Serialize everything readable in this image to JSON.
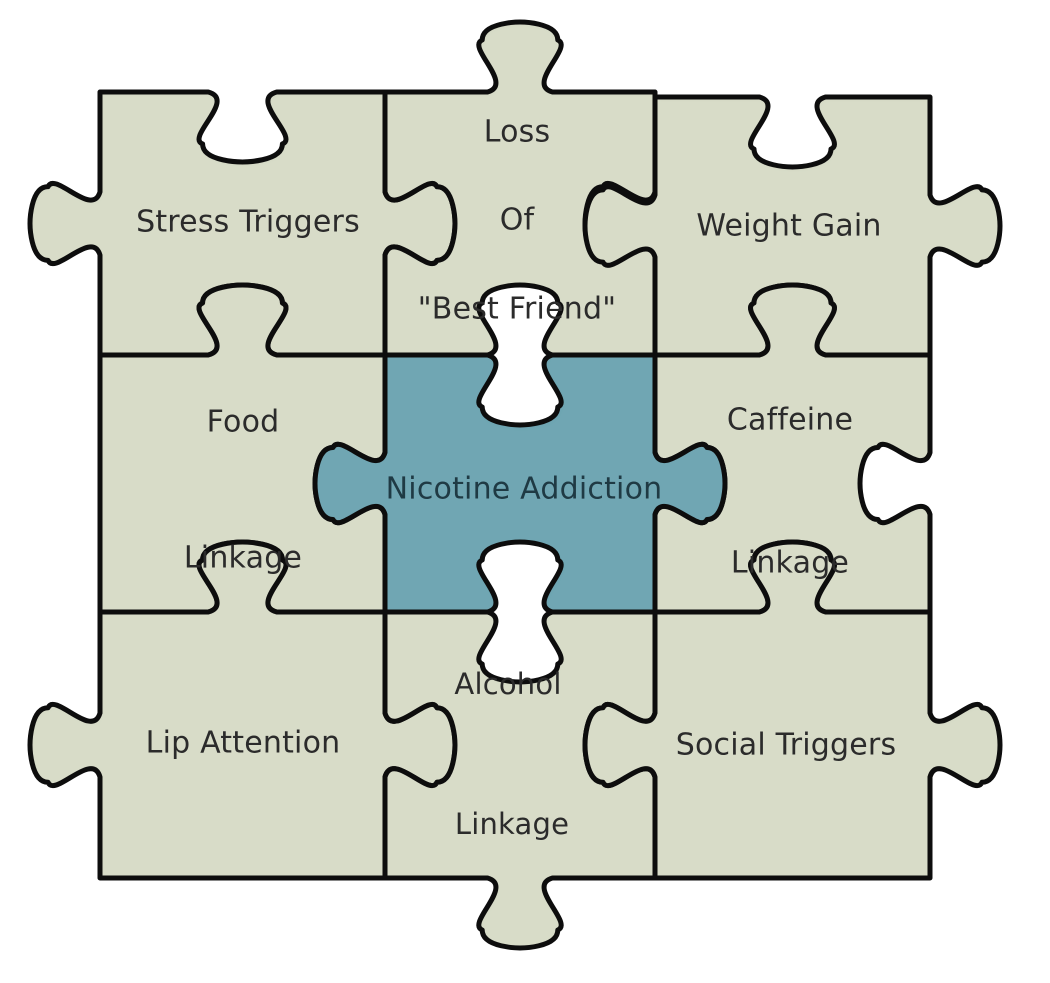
{
  "colors": {
    "piece_fill": "#d8dcc8",
    "center_fill": "#6fa6b3",
    "outline": "#111111",
    "text": "#2b2b2b"
  },
  "pieces": {
    "top_left": {
      "label": "Stress Triggers"
    },
    "top_center": {
      "line1": "Loss",
      "line2": "Of",
      "line3": "\"Best Friend\""
    },
    "top_right": {
      "label": "Weight Gain"
    },
    "middle_left": {
      "line1": "Food",
      "line2": "Linkage"
    },
    "center": {
      "label": "Nicotine Addiction"
    },
    "middle_right": {
      "line1": "Caffeine",
      "line2": "Linkage"
    },
    "bottom_left": {
      "label": "Lip Attention"
    },
    "bottom_center": {
      "line1": "Alcohol",
      "line2": "Linkage"
    },
    "bottom_right": {
      "label": "Social Triggers"
    }
  }
}
